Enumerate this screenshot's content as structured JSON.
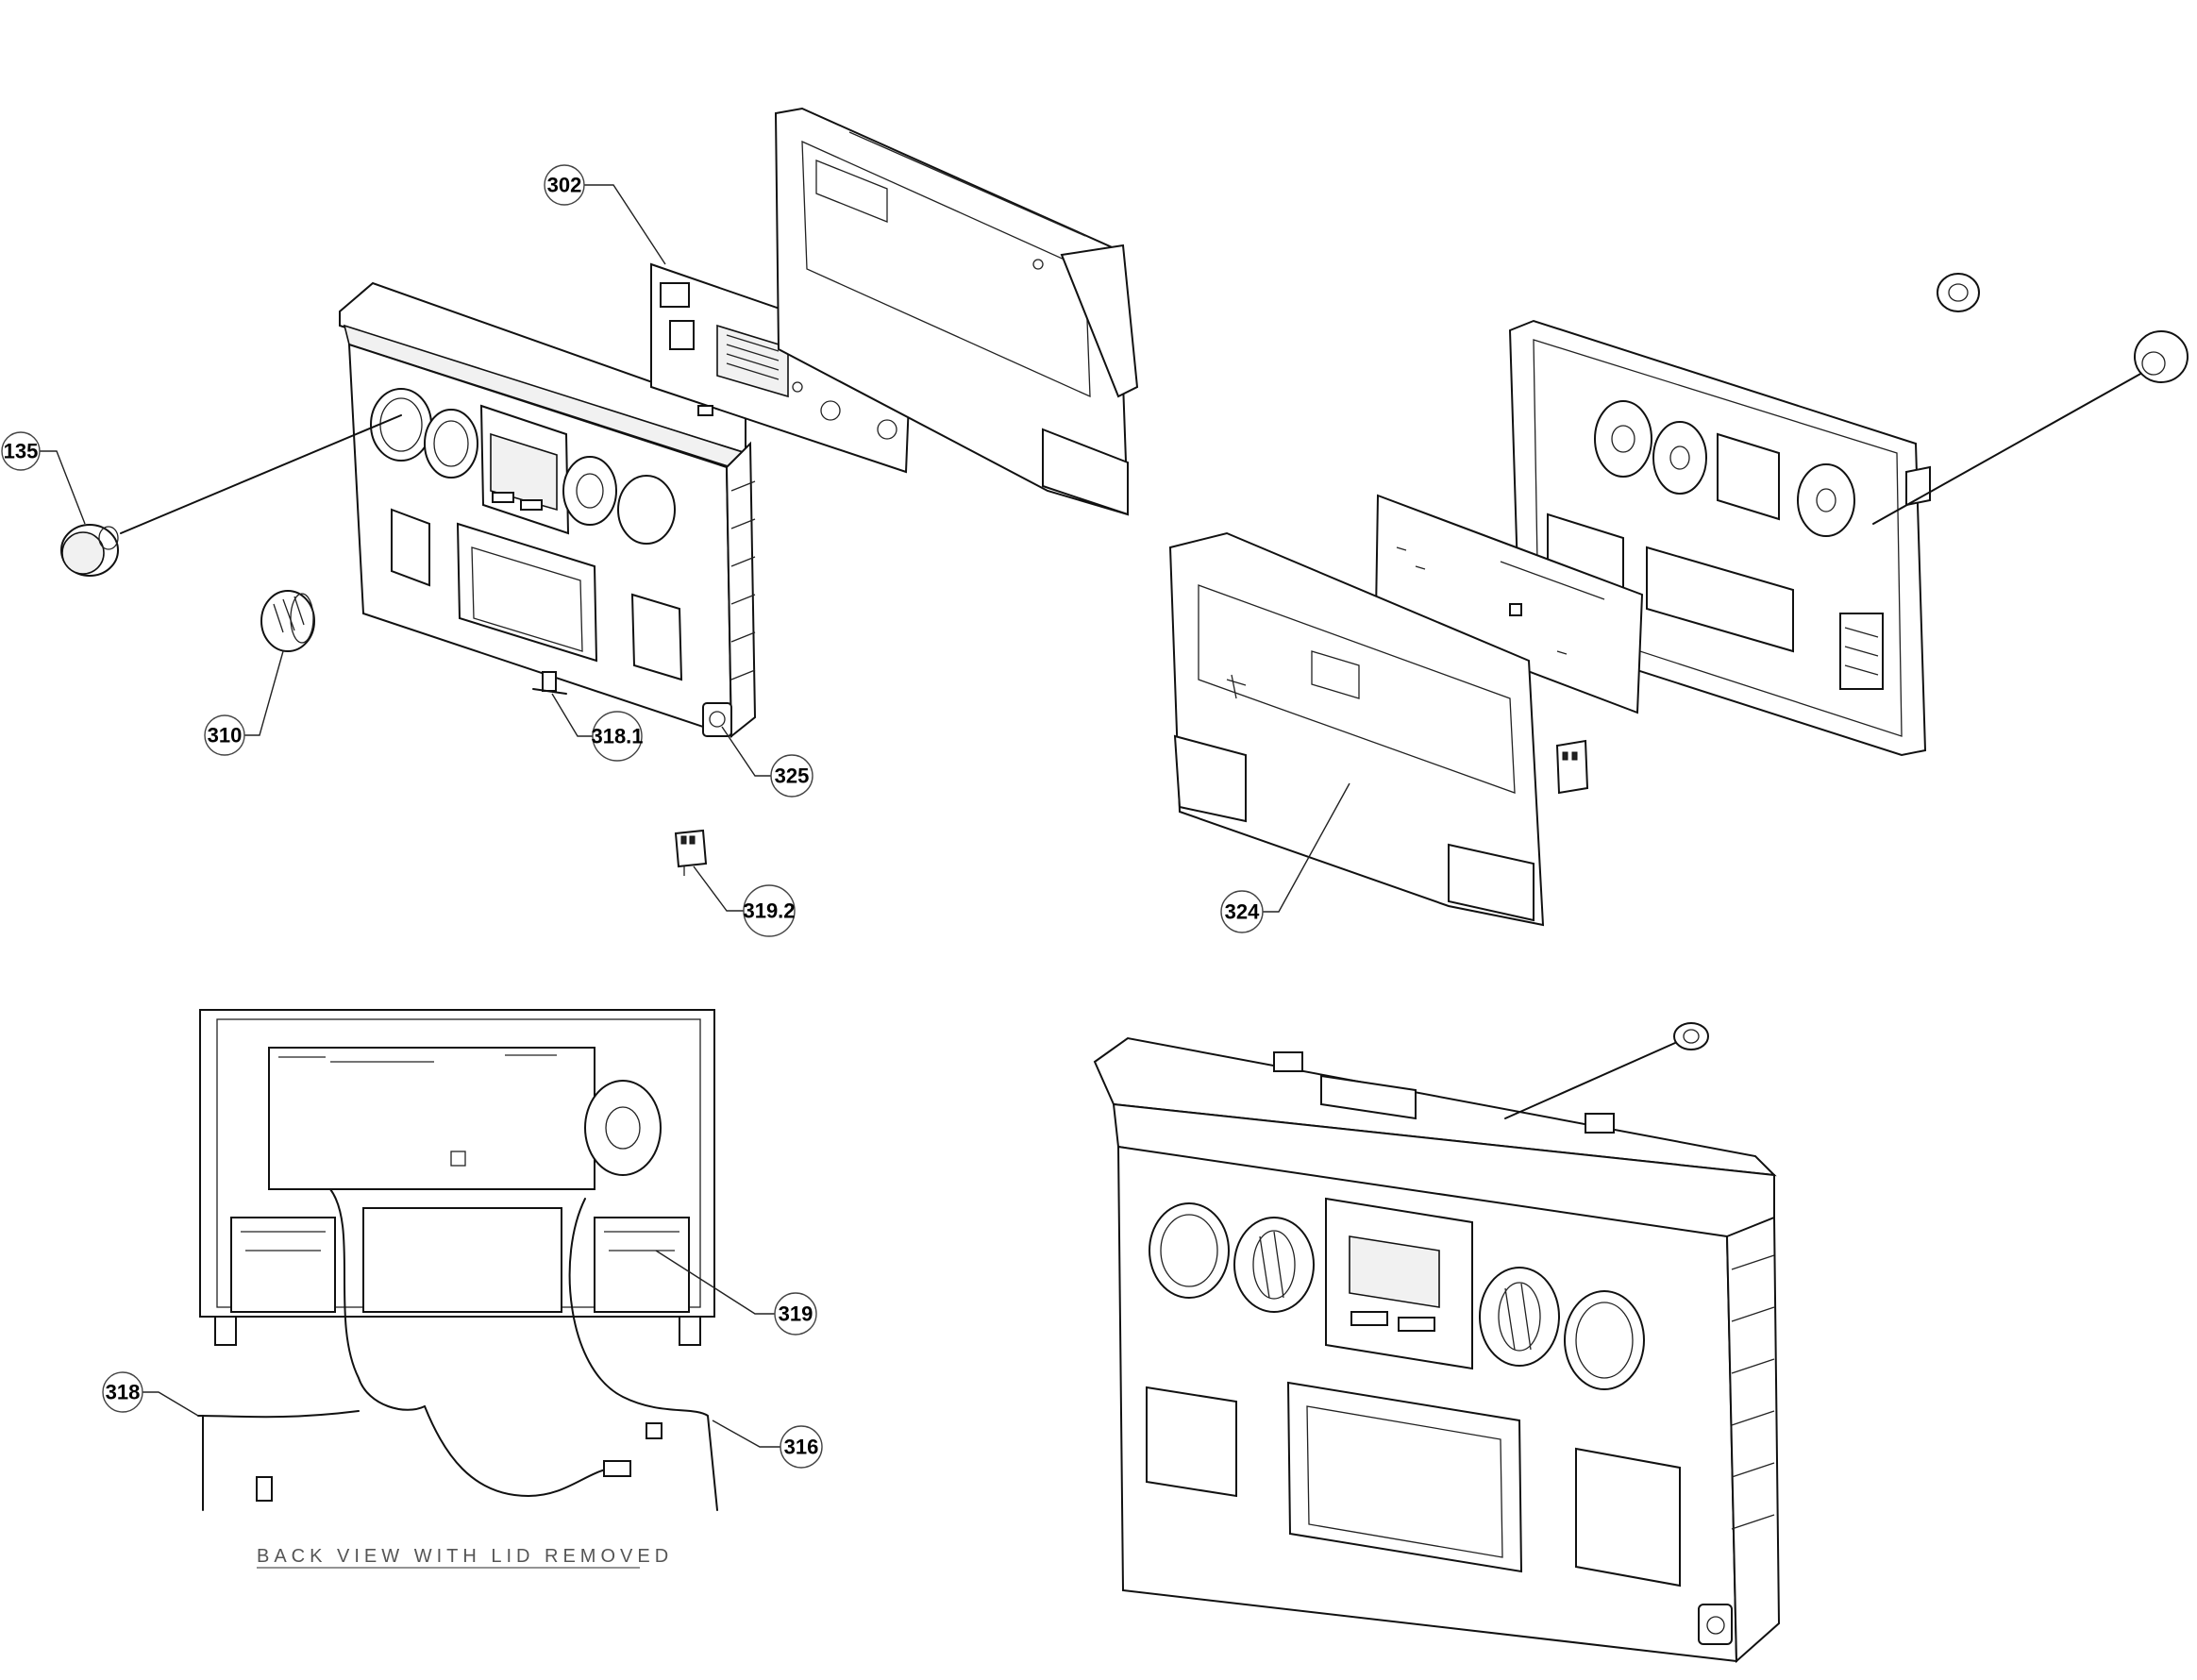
{
  "callouts": {
    "c135": "135",
    "c302": "302",
    "c310": "310",
    "c318_1": "318.1",
    "c325": "325",
    "c319_2": "319.2",
    "c324": "324",
    "c319": "319",
    "c318": "318",
    "c316": "316"
  },
  "captions": {
    "back_view": "BACK VIEW WITH LID REMOVED"
  },
  "colors": {
    "line": "#111111",
    "background": "#ffffff",
    "caption": "#555555"
  }
}
